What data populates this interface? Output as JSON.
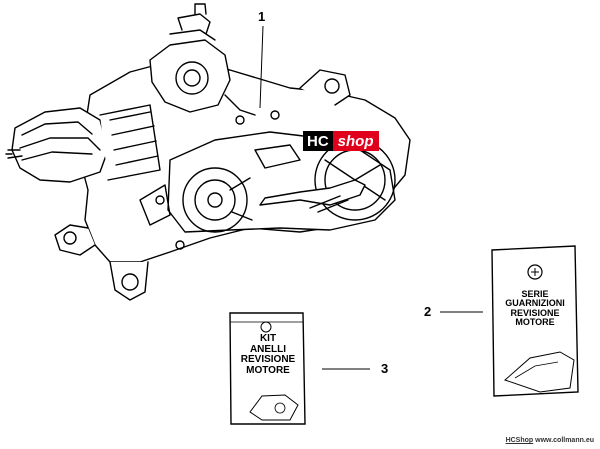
{
  "callouts": [
    {
      "id": "1",
      "label": "1"
    },
    {
      "id": "2",
      "label": "2"
    },
    {
      "id": "3",
      "label": "3"
    }
  ],
  "watermark": {
    "left": "HC",
    "right": "shop"
  },
  "kit_gaskets": {
    "lines": [
      "SERIE",
      "GUARNIZIONI",
      "REVISIONE",
      "MOTORE"
    ]
  },
  "kit_rings": {
    "lines": [
      "KIT",
      "ANELLI",
      "REVISIONE",
      "MOTORE"
    ]
  },
  "footer": {
    "brand": "HCShop",
    "site": "www.collmann.eu"
  },
  "colors": {
    "line": "#000000",
    "watermark_red": "#e0001b",
    "watermark_black": "#000000"
  }
}
